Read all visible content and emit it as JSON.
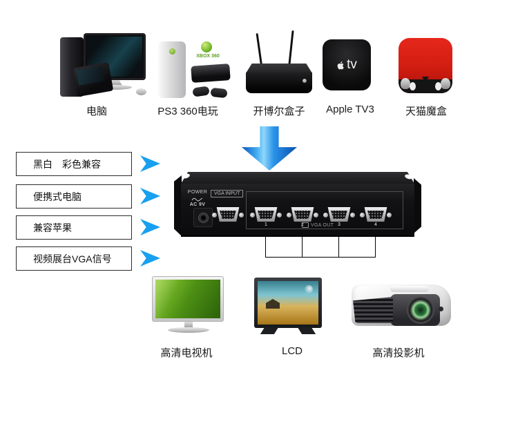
{
  "sources": {
    "items": [
      {
        "label": "电脑"
      },
      {
        "label": "PS3 360电玩"
      },
      {
        "label": "开博尔盒子"
      },
      {
        "label": "Apple TV3"
      },
      {
        "label": "天猫魔盒"
      }
    ]
  },
  "features": {
    "items": [
      {
        "label": "黑白　彩色兼容"
      },
      {
        "label": "便携式电脑"
      },
      {
        "label": "兼容苹果"
      },
      {
        "label": "视频展台VGA信号"
      }
    ]
  },
  "switcher": {
    "power_label": "POWER",
    "power_voltage": "AC 9V",
    "vga_input_label": "VGA INPUT",
    "vga_out_label": "VGA OUT",
    "output_port_numbers": [
      "1",
      "2",
      "3",
      "4"
    ]
  },
  "outputs": {
    "items": [
      {
        "label": "高清电视机"
      },
      {
        "label": "LCD"
      },
      {
        "label": "高清投影机"
      }
    ]
  },
  "logos": {
    "xbox": "XBOX 360",
    "apple_tv": "tv"
  },
  "colors": {
    "chevron_blue": "#18a0f0",
    "big_arrow_blue": "#2a93e8",
    "device_black": "#121214",
    "tmall_red": "#d01d12"
  }
}
